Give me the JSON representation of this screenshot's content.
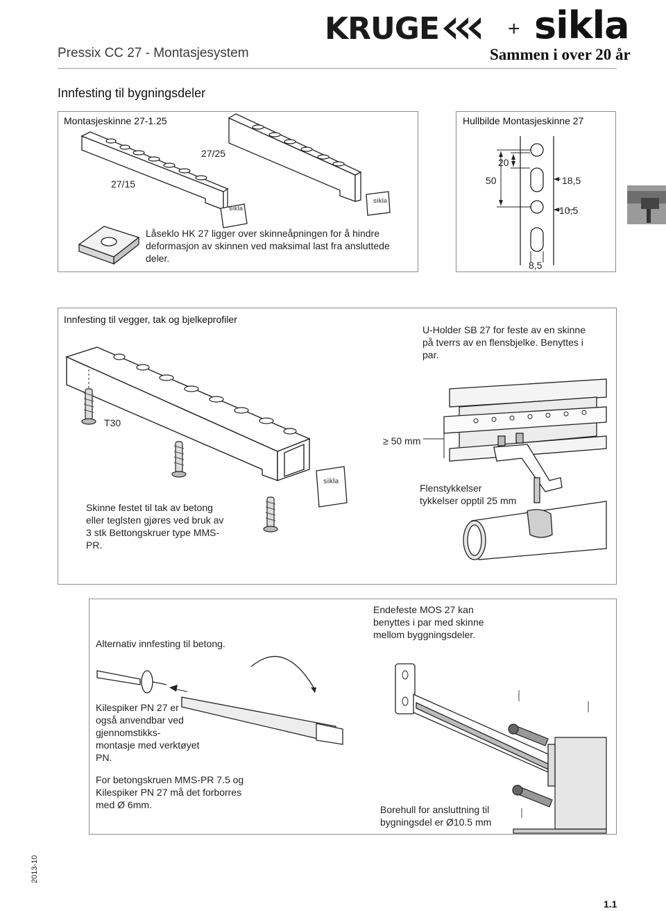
{
  "header": {
    "title": "Pressix CC 27 - Montasjesystem",
    "brand_kruge": "KRUGE",
    "plus": "+",
    "brand_sikla": "sikla",
    "tagline": "Sammen i over 20 år"
  },
  "section_title": "Innfesting til bygningsdeler",
  "box_rail": {
    "label": "Montasjeskinne 27-1.25",
    "size_a": "27/25",
    "size_b": "27/15",
    "cap_text": "Låseklo HK 27 ligger over skinneåpningen for å hindre deformasjon av skinnen ved maksimal last fra ansluttede deler.",
    "cap_logo": "sikla"
  },
  "box_holes": {
    "label": "Hullbilde Montasjeskinne 27",
    "d20": "20",
    "d50": "50",
    "d185": "18,5",
    "d105": "10,5",
    "d85": "8,5"
  },
  "box_walls": {
    "label": "Innfesting til vegger, tak og bjelkeprofiler",
    "uholder_text": "U-Holder SB 27 for feste av en skinne på tverrs av en flensbjelke. Benyttes i par.",
    "t30": "T30",
    "min50": "≥ 50 mm",
    "flange_text": "Flenstykkelser tykkelser opptil 25 mm",
    "ceiling_text": "Skinne festet til tak av betong eller teglsten gjøres ved bruk av 3 stk Bettongskruer type MMS-PR.",
    "cap_logo": "sikla"
  },
  "box_concrete": {
    "alt_label": "Alternativ innfesting til betong.",
    "endefeste_text": "Endefeste MOS 27 kan benyttes i par med skinne mellom byggningsdeler.",
    "kilespiker_text": "Kilespiker PN 27 er også anvendbar ved gjennomstikks-montasje med verktøyet PN.",
    "predrill_text": "For betongskruen MMS-PR 7.5 og Kilespiker PN 27 må det forborres med Ø 6mm.",
    "borehull_text": "Borehull for ansluttning til bygningsdel er Ø10.5 mm"
  },
  "footer": {
    "date": "2013-10",
    "page": "1.1"
  }
}
